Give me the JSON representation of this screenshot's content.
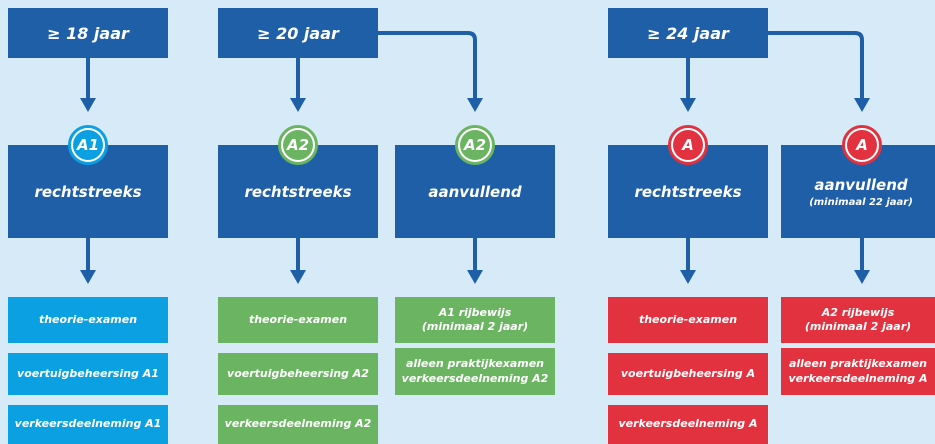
{
  "colors": {
    "navy": "#1f5fa8",
    "blue": "#0aa0e2",
    "green": "#6bb562",
    "red": "#e2313f",
    "background": "#d6ebf7"
  },
  "headers": [
    "≥ 18 jaar",
    "≥ 20 jaar",
    "≥ 24 jaar"
  ],
  "categories": [
    {
      "badge": "A1",
      "label": "rechtstreeks",
      "sublabel": "",
      "color": "blue",
      "steps": [
        "theorie-examen",
        "voertuigbeheersing A1",
        "verkeersdeelneming A1"
      ]
    },
    {
      "badge": "A2",
      "label": "rechtstreeks",
      "sublabel": "",
      "color": "green",
      "steps": [
        "theorie-examen",
        "voertuigbeheersing A2",
        "verkeersdeelneming A2"
      ]
    },
    {
      "badge": "A2",
      "label": "aanvullend",
      "sublabel": "",
      "color": "green",
      "steps": [
        "A1 rijbewijs\n(minimaal 2 jaar)",
        "alleen praktijkexamen\nverkeersdeelneming A2"
      ]
    },
    {
      "badge": "A",
      "label": "rechtstreeks",
      "sublabel": "",
      "color": "red",
      "steps": [
        "theorie-examen",
        "voertuigbeheersing A",
        "verkeersdeelneming A"
      ]
    },
    {
      "badge": "A",
      "label": "aanvullend",
      "sublabel": "(minimaal 22 jaar)",
      "color": "red",
      "steps": [
        "A2 rijbewijs\n(minimaal 2 jaar)",
        "alleen praktijkexamen\nverkeersdeelneming A"
      ]
    }
  ]
}
